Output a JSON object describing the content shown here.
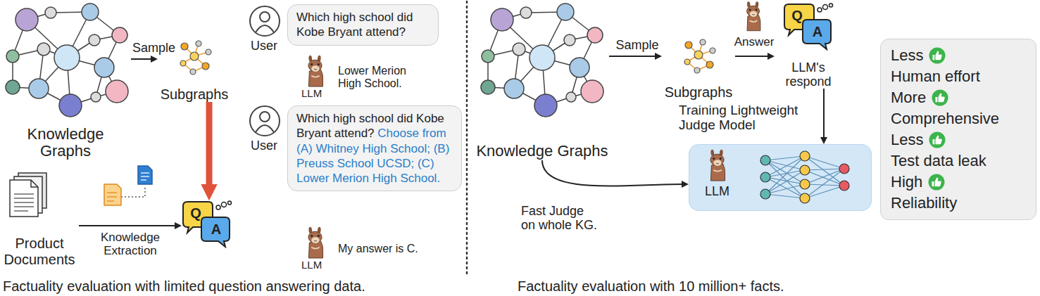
{
  "diagram": {
    "nodes": [
      {
        "text": [
          "Knowledge Graphs"
        ]
      },
      {
        "text": [
          "Subgraphs"
        ]
      },
      {
        "text": [
          "Which high school did Kobe Bryant attend?"
        ]
      },
      {
        "text": [
          "Lower Merion High School."
        ]
      },
      {
        "text": [
          "Product Documents"
        ]
      },
      {
        "text": [
          "Q",
          "A"
        ]
      },
      {
        "text": [
          "Which high school did Kobe Bryant attend?",
          "Choose from (A) Whitney High School; (B) Preuss School UCSD; (C) Lower Merion High School."
        ]
      },
      {
        "text": [
          "My answer is C."
        ]
      },
      {
        "text": [
          "Knowledge Graphs"
        ]
      },
      {
        "text": [
          "Subgraphs"
        ]
      },
      {
        "text": [
          "Q",
          "A",
          "LLM's respond"
        ]
      },
      {
        "text": [
          "LLM"
        ]
      },
      {
        "text": [
          "Less",
          "Human effort",
          "More",
          "Comprehensive",
          "Less",
          "Test data leak",
          "High",
          "Reliability"
        ]
      }
    ],
    "edges": [
      {
        "from": 0,
        "to": 1,
        "label": "Sample",
        "arrow": "to"
      },
      {
        "from": 1,
        "to": 5,
        "arrow": "to"
      },
      {
        "from": 4,
        "to": 5,
        "label": "Knowledge Extraction",
        "arrow": "to"
      },
      {
        "from": 8,
        "to": 9,
        "label": "Sample",
        "arrow": "to"
      },
      {
        "from": 9,
        "to": 10,
        "label": "Answer",
        "arrow": "to"
      },
      {
        "from": 10,
        "to": 11,
        "label": "Training Lightweight Judge Model",
        "arrow": "to"
      },
      {
        "from": 8,
        "to": 11,
        "label": "Fast Judge on whole KG.",
        "arrow": "to"
      }
    ],
    "labels": [
      "User",
      "LLM",
      "User",
      "LLM",
      "Factuality evaluation with limited question answering data.",
      "Factuality evaluation with 10 million+ facts."
    ]
  }
}
